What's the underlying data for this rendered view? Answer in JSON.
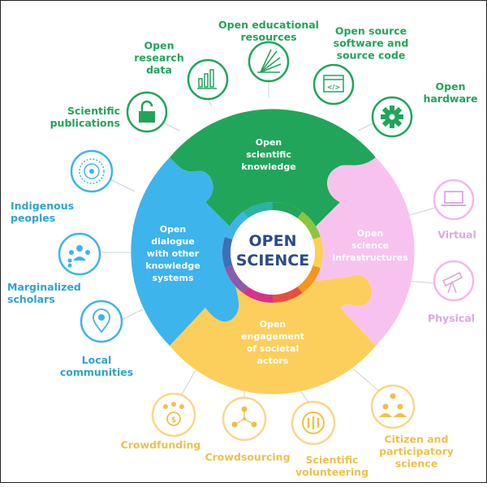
{
  "center": {
    "line1": "OPEN",
    "line2": "SCIENCE"
  },
  "quadrants": {
    "top": [
      "Open",
      "scientific",
      "knowledge"
    ],
    "left": [
      "Open",
      "dialogue",
      "with other",
      "knowledge",
      "systems"
    ],
    "right": [
      "Open",
      "science",
      "infrastructures"
    ],
    "bottom": [
      "Open",
      "engagement",
      "of societal",
      "actors"
    ]
  },
  "green_items": {
    "publications": [
      "Scientific",
      "publications"
    ],
    "research_data": [
      "Open",
      "research",
      "data"
    ],
    "educational": [
      "Open educational",
      "resources"
    ],
    "software": [
      "Open source",
      "software and",
      "source code"
    ],
    "hardware": [
      "Open",
      "hardware"
    ]
  },
  "blue_items": {
    "indigenous": [
      "Indigenous",
      "peoples"
    ],
    "marginalized": [
      "Marginalized",
      "scholars"
    ],
    "local": [
      "Local",
      "communities"
    ]
  },
  "pink_items": {
    "virtual": [
      "Virtual"
    ],
    "physical": [
      "Physical"
    ]
  },
  "yellow_items": {
    "crowdfunding": [
      "Crowdfunding"
    ],
    "crowdsourcing": [
      "Crowdsourcing"
    ],
    "volunteering": [
      "Scientific",
      "volunteering"
    ],
    "citizen": [
      "Citizen and",
      "participatory",
      "science"
    ]
  },
  "colors": {
    "green": "#21a55a",
    "blue": "#3db4ec",
    "pink": "#f7c3ee",
    "yellow": "#fccf5c",
    "pink_text": "#d9a9dc",
    "yellow_text": "#f0c04c",
    "blue_text": "#2ea3d6"
  },
  "icons": [
    "lock-icon",
    "data-chart-icon",
    "burst-icon",
    "code-window-icon",
    "gear-icon",
    "mandala-icon",
    "people-group-icon",
    "location-pin-icon",
    "laptop-icon",
    "telescope-icon",
    "coins-icon",
    "network-icon",
    "hands-circle-icon",
    "people-icon"
  ]
}
